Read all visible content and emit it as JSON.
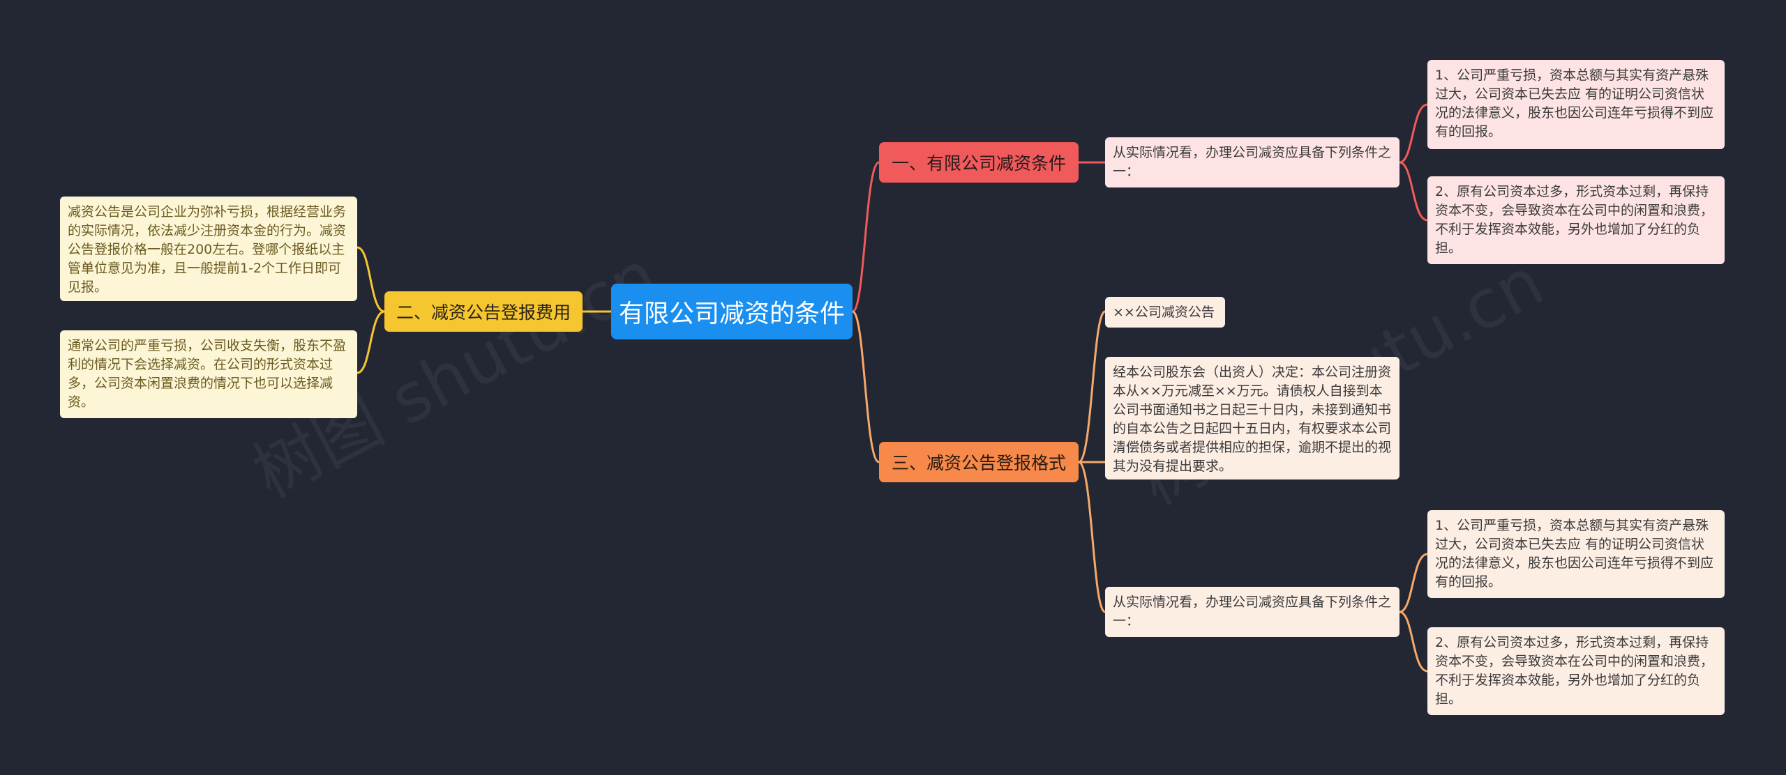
{
  "root": {
    "title": "有限公司减资的条件"
  },
  "branches": [
    {
      "label": "一、有限公司减资条件",
      "children": [
        {
          "text": "从实际情况看，办理公司减资应具备下列条件之一：",
          "children": [
            {
              "text": "1、公司严重亏损，资本总额与其实有资产悬殊过大，公司资本已失去应 有的证明公司资信状况的法律意义，股东也因公司连年亏损得不到应有的回报。"
            },
            {
              "text": "2、原有公司资本过多，形式资本过剩，再保持资本不变，会导致资本在公司中的闲置和浪费，不利于发挥资本效能，另外也增加了分红的负担。"
            }
          ]
        }
      ]
    },
    {
      "label": "二、减资公告登报费用",
      "children": [
        {
          "text": "减资公告是公司企业为弥补亏损，根据经营业务的实际情况，依法减少注册资本金的行为。减资公告登报价格一般在200左右。登哪个报纸以主管单位意见为准，且一般提前1-2个工作日即可见报。"
        },
        {
          "text": "通常公司的严重亏损，公司收支失衡，股东不盈利的情况下会选择减资。在公司的形式资本过多，公司资本闲置浪费的情况下也可以选择减资。"
        }
      ]
    },
    {
      "label": "三、减资公告登报格式",
      "children": [
        {
          "text": "××公司减资公告"
        },
        {
          "text": "经本公司股东会（出资人）决定：本公司注册资本从××万元减至××万元。请债权人自接到本公司书面通知书之日起三十日内，未接到通知书的自本公告之日起四十五日内，有权要求本公司清偿债务或者提供相应的担保，逾期不提出的视其为没有提出要求。"
        },
        {
          "text": "从实际情况看，办理公司减资应具备下列条件之一：",
          "children": [
            {
              "text": "1、公司严重亏损，资本总额与其实有资产悬殊过大，公司资本已失去应 有的证明公司资信状况的法律意义，股东也因公司连年亏损得不到应有的回报。"
            },
            {
              "text": "2、原有公司资本过多，形式资本过剩，再保持资本不变，会导致资本在公司中的闲置和浪费，不利于发挥资本效能，另外也增加了分红的负担。"
            }
          ]
        }
      ]
    }
  ],
  "colors": {
    "background": "#232734",
    "root": "#1a8ff0",
    "branch1": "#f05a5a",
    "branch2": "#f6c630",
    "branch3": "#f7894a",
    "branch3_link": "#f7a86a"
  },
  "watermark": "树图 shutu.cn"
}
